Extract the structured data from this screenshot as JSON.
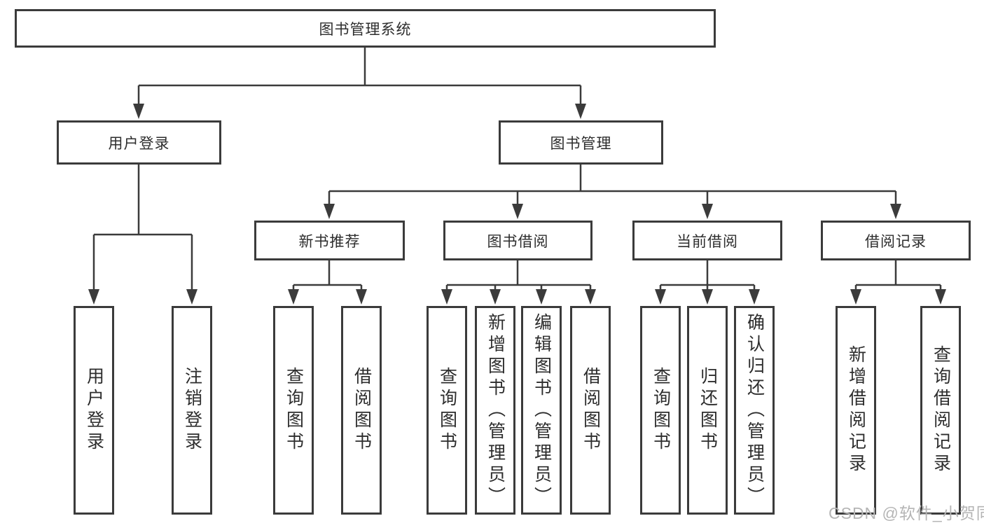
{
  "diagram": {
    "root": {
      "label": "图书管理系统"
    },
    "level2": [
      {
        "id": "user-login",
        "label": "用户登录"
      },
      {
        "id": "book-management",
        "label": "图书管理"
      }
    ],
    "level3": [
      {
        "id": "new-book-recommend",
        "label": "新书推荐",
        "parent": "book-management"
      },
      {
        "id": "book-borrow",
        "label": "图书借阅",
        "parent": "book-management"
      },
      {
        "id": "current-borrow",
        "label": "当前借阅",
        "parent": "book-management"
      },
      {
        "id": "borrow-records",
        "label": "借阅记录",
        "parent": "book-management"
      }
    ],
    "leaves": [
      {
        "id": "user-login",
        "label": "用户登录",
        "parent": "user-login"
      },
      {
        "id": "logout-login",
        "label": "注销登录",
        "parent": "user-login"
      },
      {
        "id": "query-books-1",
        "label": "查询图书",
        "parent": "new-book-recommend"
      },
      {
        "id": "borrow-books-1",
        "label": "借阅图书",
        "parent": "new-book-recommend"
      },
      {
        "id": "query-books-2",
        "label": "查询图书",
        "parent": "book-borrow"
      },
      {
        "id": "add-book-admin",
        "label": "新增图书（管理员）",
        "parent": "book-borrow"
      },
      {
        "id": "edit-book-admin",
        "label": "编辑图书（管理员）",
        "parent": "book-borrow"
      },
      {
        "id": "borrow-books-2",
        "label": "借阅图书",
        "parent": "book-borrow"
      },
      {
        "id": "query-books-3",
        "label": "查询图书",
        "parent": "current-borrow"
      },
      {
        "id": "return-books",
        "label": "归还图书",
        "parent": "current-borrow"
      },
      {
        "id": "confirm-return-admin",
        "label": "确认归还（管理员）",
        "parent": "current-borrow"
      },
      {
        "id": "add-borrow-record",
        "label": "新增借阅记录",
        "parent": "borrow-records"
      },
      {
        "id": "query-borrow-record",
        "label": "查询借阅记录",
        "parent": "borrow-records"
      }
    ]
  },
  "watermark": {
    "text": "CSDN @软件_小贺同学"
  },
  "colors": {
    "line": "#3b3b3b",
    "text": "#2d2d2d",
    "watermark": "#b5b5b5",
    "background": "#ffffff"
  }
}
